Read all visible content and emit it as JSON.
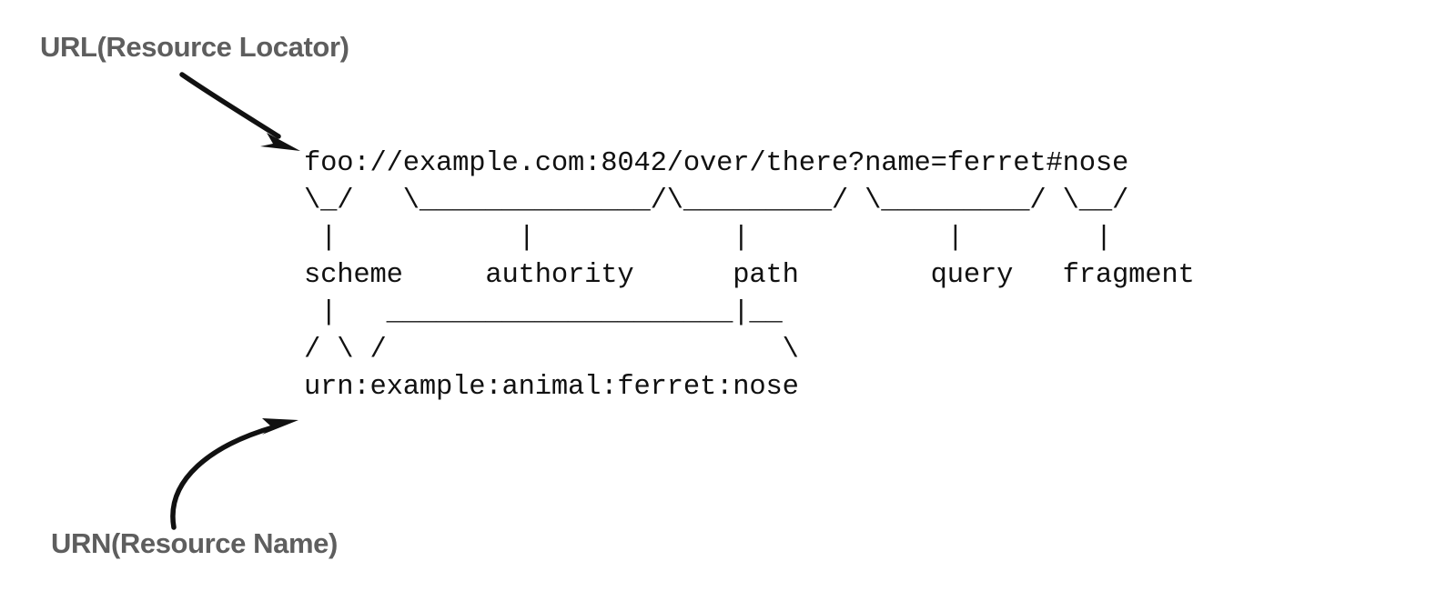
{
  "diagram": {
    "title_semantic": "uri-syntax-components",
    "background_color": "#ffffff",
    "text_color": "#111111",
    "label_color": "#5e5e5e",
    "annotations": {
      "url_label": "URL(Resource Locator)",
      "urn_label": "URN(Resource Name)"
    },
    "uri_example": "foo://example.com:8042/over/there?name=ferret#nose",
    "urn_example": "urn:example:animal:ferret:nose",
    "component_labels": {
      "scheme": "scheme",
      "authority": "authority",
      "path": "path",
      "query": "query",
      "fragment": "fragment"
    },
    "components": [
      {
        "name": "scheme",
        "value": "foo"
      },
      {
        "name": "authority",
        "value": "example.com:8042"
      },
      {
        "name": "path",
        "value": "/over/there"
      },
      {
        "name": "query",
        "value": "name=ferret"
      },
      {
        "name": "fragment",
        "value": "nose"
      }
    ],
    "ascii_art": "foo://example.com:8042/over/there?name=ferret#nose\n\\_/   \\______________/\\_________/ \\_________/ \\__/\n |           |            |            |        |\nscheme     authority      path        query   fragment\n |   _____________________|__\n/ \\ /                        \\\nurn:example:animal:ferret:nose",
    "ascii_rows": [
      "foo://example.com:8042/over/there?name=ferret#nose",
      "\\_/   \\______________/\\_________/ \\_________/ \\__/",
      " |           |            |            |        |",
      "scheme     authority      path        query   fragment",
      " |   _____________________|__",
      "/ \\ /                        \\",
      "urn:example:animal:ferret:nose"
    ],
    "arrows": [
      {
        "name": "url-arrow",
        "from": "URL(Resource Locator)",
        "to": "foo://example.com:8042/over/there?name=ferret#nose"
      },
      {
        "name": "urn-arrow",
        "from": "URN(Resource Name)",
        "to": "urn:example:animal:ferret:nose"
      }
    ]
  }
}
